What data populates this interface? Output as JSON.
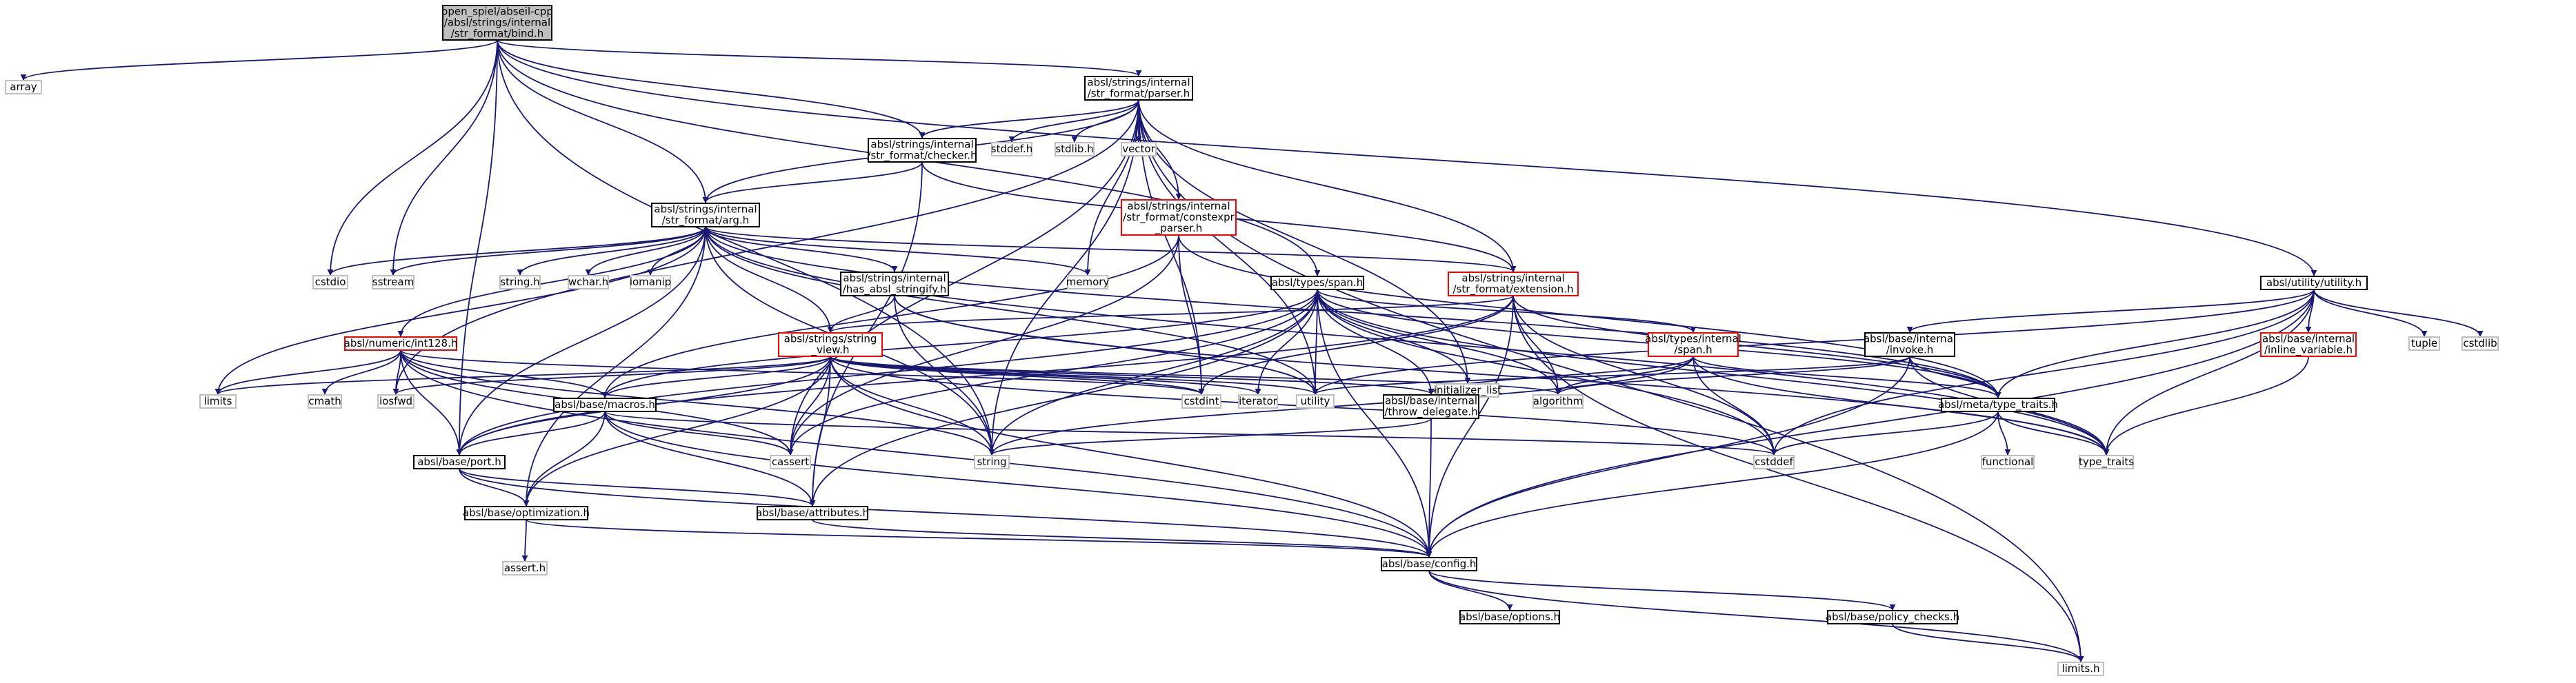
{
  "colors": {
    "edge": "#191970",
    "box_border": "#000000",
    "red_border": "#ff0000",
    "grey_border": "#bfbfbf",
    "root_fill": "#bfbfbf",
    "box_fill": "#ffffff"
  },
  "nodes": [
    {
      "id": "bind",
      "kind": "root",
      "lines": [
        "open_spiel/abseil-cpp",
        "/absl/strings/internal",
        "/str_format/bind.h"
      ]
    },
    {
      "id": "array",
      "kind": "external",
      "lines": [
        "array"
      ]
    },
    {
      "id": "parser",
      "kind": "local",
      "lines": [
        "absl/strings/internal",
        "/str_format/parser.h"
      ]
    },
    {
      "id": "limits_h",
      "kind": "external",
      "lines": [
        "limits.h"
      ]
    },
    {
      "id": "checker",
      "kind": "local",
      "lines": [
        "absl/strings/internal",
        "/str_format/checker.h"
      ]
    },
    {
      "id": "stddef_h",
      "kind": "external",
      "lines": [
        "stddef.h"
      ]
    },
    {
      "id": "stdlib_h",
      "kind": "external",
      "lines": [
        "stdlib.h"
      ]
    },
    {
      "id": "vector",
      "kind": "external",
      "lines": [
        "vector"
      ]
    },
    {
      "id": "constexpr",
      "kind": "partial",
      "lines": [
        "absl/strings/internal",
        "/str_format/constexpr",
        "_parser.h"
      ]
    },
    {
      "id": "memory",
      "kind": "external",
      "lines": [
        "memory"
      ]
    },
    {
      "id": "arg",
      "kind": "local",
      "lines": [
        "absl/strings/internal",
        "/str_format/arg.h"
      ]
    },
    {
      "id": "cstdio",
      "kind": "external",
      "lines": [
        "cstdio"
      ]
    },
    {
      "id": "sstream",
      "kind": "external",
      "lines": [
        "sstream"
      ]
    },
    {
      "id": "string_h",
      "kind": "external",
      "lines": [
        "string.h"
      ]
    },
    {
      "id": "wchar_h",
      "kind": "external",
      "lines": [
        "wchar.h"
      ]
    },
    {
      "id": "iomanip",
      "kind": "external",
      "lines": [
        "iomanip"
      ]
    },
    {
      "id": "has_stringify",
      "kind": "local",
      "lines": [
        "absl/strings/internal",
        "/has_absl_stringify.h"
      ]
    },
    {
      "id": "extension",
      "kind": "partial",
      "lines": [
        "absl/strings/internal",
        "/str_format/extension.h"
      ]
    },
    {
      "id": "span",
      "kind": "local",
      "lines": [
        "absl/types/span.h"
      ]
    },
    {
      "id": "utility_h",
      "kind": "local",
      "lines": [
        "absl/utility/utility.h"
      ]
    },
    {
      "id": "int128",
      "kind": "partial",
      "lines": [
        "absl/numeric/int128.h"
      ]
    },
    {
      "id": "string_view",
      "kind": "partial",
      "lines": [
        "absl/strings/string",
        "_view.h"
      ]
    },
    {
      "id": "initializer_list",
      "kind": "external",
      "lines": [
        "initializer_list"
      ]
    },
    {
      "id": "internal_span",
      "kind": "partial",
      "lines": [
        "absl/types/internal",
        "/span.h"
      ]
    },
    {
      "id": "invoke",
      "kind": "local",
      "lines": [
        "absl/base/internal",
        "/invoke.h"
      ]
    },
    {
      "id": "inline_variable",
      "kind": "partial",
      "lines": [
        "absl/base/internal",
        "/inline_variable.h"
      ]
    },
    {
      "id": "tuple",
      "kind": "external",
      "lines": [
        "tuple"
      ]
    },
    {
      "id": "cstdlib",
      "kind": "external",
      "lines": [
        "cstdlib"
      ]
    },
    {
      "id": "limits",
      "kind": "external",
      "lines": [
        "limits"
      ]
    },
    {
      "id": "cmath",
      "kind": "external",
      "lines": [
        "cmath"
      ]
    },
    {
      "id": "iosfwd",
      "kind": "external",
      "lines": [
        "iosfwd"
      ]
    },
    {
      "id": "macros",
      "kind": "local",
      "lines": [
        "absl/base/macros.h"
      ]
    },
    {
      "id": "cstdint",
      "kind": "external",
      "lines": [
        "cstdint"
      ]
    },
    {
      "id": "iterator",
      "kind": "external",
      "lines": [
        "iterator"
      ]
    },
    {
      "id": "utility",
      "kind": "external",
      "lines": [
        "utility"
      ]
    },
    {
      "id": "algorithm",
      "kind": "external",
      "lines": [
        "algorithm"
      ]
    },
    {
      "id": "throw_delegate",
      "kind": "local",
      "lines": [
        "absl/base/internal",
        "/throw_delegate.h"
      ]
    },
    {
      "id": "type_traits_h",
      "kind": "local",
      "lines": [
        "absl/meta/type_traits.h"
      ]
    },
    {
      "id": "functional",
      "kind": "external",
      "lines": [
        "functional"
      ]
    },
    {
      "id": "type_traits",
      "kind": "external",
      "lines": [
        "type_traits"
      ]
    },
    {
      "id": "cassert",
      "kind": "external",
      "lines": [
        "cassert"
      ]
    },
    {
      "id": "string",
      "kind": "external",
      "lines": [
        "string"
      ]
    },
    {
      "id": "cstddef",
      "kind": "external",
      "lines": [
        "cstddef"
      ]
    },
    {
      "id": "port",
      "kind": "local",
      "lines": [
        "absl/base/port.h"
      ]
    },
    {
      "id": "attributes",
      "kind": "local",
      "lines": [
        "absl/base/attributes.h"
      ]
    },
    {
      "id": "optimization",
      "kind": "local",
      "lines": [
        "absl/base/optimization.h"
      ]
    },
    {
      "id": "config",
      "kind": "local",
      "lines": [
        "absl/base/config.h"
      ]
    },
    {
      "id": "assert_h",
      "kind": "external",
      "lines": [
        "assert.h"
      ]
    },
    {
      "id": "options",
      "kind": "local",
      "lines": [
        "absl/base/options.h"
      ]
    },
    {
      "id": "policy_checks",
      "kind": "local",
      "lines": [
        "absl/base/policy_checks.h"
      ]
    }
  ],
  "edges": [
    [
      "bind",
      "array"
    ],
    [
      "bind",
      "parser"
    ],
    [
      "bind",
      "checker"
    ],
    [
      "bind",
      "arg"
    ],
    [
      "bind",
      "cstdio"
    ],
    [
      "bind",
      "sstream"
    ],
    [
      "bind",
      "string"
    ],
    [
      "bind",
      "span"
    ],
    [
      "bind",
      "utility_h"
    ],
    [
      "bind",
      "port"
    ],
    [
      "parser",
      "limits_h"
    ],
    [
      "parser",
      "stddef_h"
    ],
    [
      "parser",
      "stdlib_h"
    ],
    [
      "parser",
      "vector"
    ],
    [
      "parser",
      "memory"
    ],
    [
      "parser",
      "constexpr"
    ],
    [
      "parser",
      "checker"
    ],
    [
      "parser",
      "arg"
    ],
    [
      "parser",
      "extension"
    ],
    [
      "parser",
      "initializer_list"
    ],
    [
      "parser",
      "cassert"
    ],
    [
      "parser",
      "cstdint"
    ],
    [
      "parser",
      "iosfwd"
    ],
    [
      "parser",
      "string"
    ],
    [
      "parser",
      "utility"
    ],
    [
      "checker",
      "arg"
    ],
    [
      "checker",
      "extension"
    ],
    [
      "checker",
      "attributes"
    ],
    [
      "constexpr",
      "cassert"
    ],
    [
      "constexpr",
      "cstdint"
    ],
    [
      "constexpr",
      "type_traits_h"
    ],
    [
      "constexpr",
      "macros"
    ],
    [
      "arg",
      "cstdio"
    ],
    [
      "arg",
      "sstream"
    ],
    [
      "arg",
      "string_h"
    ],
    [
      "arg",
      "wchar_h"
    ],
    [
      "arg",
      "iomanip"
    ],
    [
      "arg",
      "memory"
    ],
    [
      "arg",
      "has_stringify"
    ],
    [
      "arg",
      "extension"
    ],
    [
      "arg",
      "string_view"
    ],
    [
      "arg",
      "int128"
    ],
    [
      "arg",
      "limits"
    ],
    [
      "arg",
      "port"
    ],
    [
      "arg",
      "type_traits_h"
    ],
    [
      "arg",
      "type_traits"
    ],
    [
      "arg",
      "string"
    ],
    [
      "arg",
      "optimization"
    ],
    [
      "arg",
      "utility"
    ],
    [
      "has_stringify",
      "string"
    ],
    [
      "has_stringify",
      "type_traits"
    ],
    [
      "has_stringify",
      "utility"
    ],
    [
      "has_stringify",
      "string_view"
    ],
    [
      "extension",
      "limits_h"
    ],
    [
      "extension",
      "cstddef"
    ],
    [
      "extension",
      "cstdint"
    ],
    [
      "extension",
      "type_traits_h"
    ],
    [
      "extension",
      "config"
    ],
    [
      "extension",
      "port"
    ],
    [
      "extension",
      "string_view"
    ],
    [
      "extension",
      "algorithm"
    ],
    [
      "span",
      "initializer_list"
    ],
    [
      "span",
      "iterator"
    ],
    [
      "span",
      "utility"
    ],
    [
      "span",
      "algorithm"
    ],
    [
      "span",
      "internal_span"
    ],
    [
      "span",
      "throw_delegate"
    ],
    [
      "span",
      "type_traits_h"
    ],
    [
      "span",
      "macros"
    ],
    [
      "span",
      "attributes"
    ],
    [
      "span",
      "port"
    ],
    [
      "span",
      "config"
    ],
    [
      "span",
      "cassert"
    ],
    [
      "span",
      "cstddef"
    ],
    [
      "span",
      "string"
    ],
    [
      "span",
      "type_traits"
    ],
    [
      "utility_h",
      "cstddef"
    ],
    [
      "utility_h",
      "cstdlib"
    ],
    [
      "utility_h",
      "tuple"
    ],
    [
      "utility_h",
      "type_traits"
    ],
    [
      "utility_h",
      "utility"
    ],
    [
      "utility_h",
      "invoke"
    ],
    [
      "utility_h",
      "inline_variable"
    ],
    [
      "utility_h",
      "type_traits_h"
    ],
    [
      "utility_h",
      "config"
    ],
    [
      "int128",
      "cmath"
    ],
    [
      "int128",
      "iosfwd"
    ],
    [
      "int128",
      "limits"
    ],
    [
      "int128",
      "string"
    ],
    [
      "int128",
      "cassert"
    ],
    [
      "int128",
      "cstdint"
    ],
    [
      "int128",
      "macros"
    ],
    [
      "int128",
      "port"
    ],
    [
      "int128",
      "config"
    ],
    [
      "string_view",
      "limits"
    ],
    [
      "string_view",
      "iosfwd"
    ],
    [
      "string_view",
      "cassert"
    ],
    [
      "string_view",
      "cstdint"
    ],
    [
      "string_view",
      "iterator"
    ],
    [
      "string_view",
      "string"
    ],
    [
      "string_view",
      "utility"
    ],
    [
      "string_view",
      "algorithm"
    ],
    [
      "string_view",
      "cstddef"
    ],
    [
      "string_view",
      "macros"
    ],
    [
      "string_view",
      "throw_delegate"
    ],
    [
      "string_view",
      "port"
    ],
    [
      "string_view",
      "attributes"
    ],
    [
      "string_view",
      "optimization"
    ],
    [
      "string_view",
      "config"
    ],
    [
      "internal_span",
      "algorithm"
    ],
    [
      "internal_span",
      "cstddef"
    ],
    [
      "internal_span",
      "string"
    ],
    [
      "internal_span",
      "type_traits"
    ],
    [
      "internal_span",
      "type_traits_h"
    ],
    [
      "internal_span",
      "throw_delegate"
    ],
    [
      "invoke",
      "algorithm"
    ],
    [
      "invoke",
      "type_traits"
    ],
    [
      "invoke",
      "utility"
    ],
    [
      "invoke",
      "type_traits_h"
    ],
    [
      "invoke",
      "config"
    ],
    [
      "inline_variable",
      "type_traits"
    ],
    [
      "macros",
      "cassert"
    ],
    [
      "macros",
      "cstddef"
    ],
    [
      "macros",
      "attributes"
    ],
    [
      "macros",
      "config"
    ],
    [
      "macros",
      "optimization"
    ],
    [
      "macros",
      "port"
    ],
    [
      "throw_delegate",
      "string"
    ],
    [
      "throw_delegate",
      "config"
    ],
    [
      "type_traits_h",
      "cstddef"
    ],
    [
      "type_traits_h",
      "functional"
    ],
    [
      "type_traits_h",
      "type_traits"
    ],
    [
      "type_traits_h",
      "config"
    ],
    [
      "port",
      "attributes"
    ],
    [
      "port",
      "optimization"
    ],
    [
      "port",
      "config"
    ],
    [
      "optimization",
      "assert_h"
    ],
    [
      "optimization",
      "config"
    ],
    [
      "attributes",
      "config"
    ],
    [
      "config",
      "limits_h"
    ],
    [
      "config",
      "options"
    ],
    [
      "config",
      "policy_checks"
    ],
    [
      "policy_checks",
      "limits_h"
    ]
  ]
}
